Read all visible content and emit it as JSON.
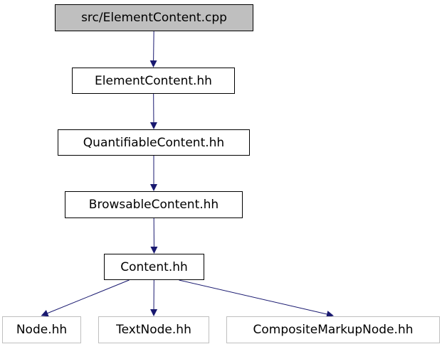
{
  "diagram": {
    "colors": {
      "edge": "#191970",
      "node_border": "#000000",
      "root_fill": "#bfbfbf",
      "external_border": "#bfbfbf"
    },
    "nodes": {
      "root": "src/ElementContent.cpp",
      "element_content": "ElementContent.hh",
      "quantifiable_content": "QuantifiableContent.hh",
      "browsable_content": "BrowsableContent.hh",
      "content": "Content.hh",
      "node": "Node.hh",
      "text_node": "TextNode.hh",
      "composite_markup_node": "CompositeMarkupNode.hh"
    },
    "edges": [
      {
        "from": "root",
        "to": "element_content"
      },
      {
        "from": "element_content",
        "to": "quantifiable_content"
      },
      {
        "from": "quantifiable_content",
        "to": "browsable_content"
      },
      {
        "from": "browsable_content",
        "to": "content"
      },
      {
        "from": "content",
        "to": "node"
      },
      {
        "from": "content",
        "to": "text_node"
      },
      {
        "from": "content",
        "to": "composite_markup_node"
      }
    ]
  }
}
